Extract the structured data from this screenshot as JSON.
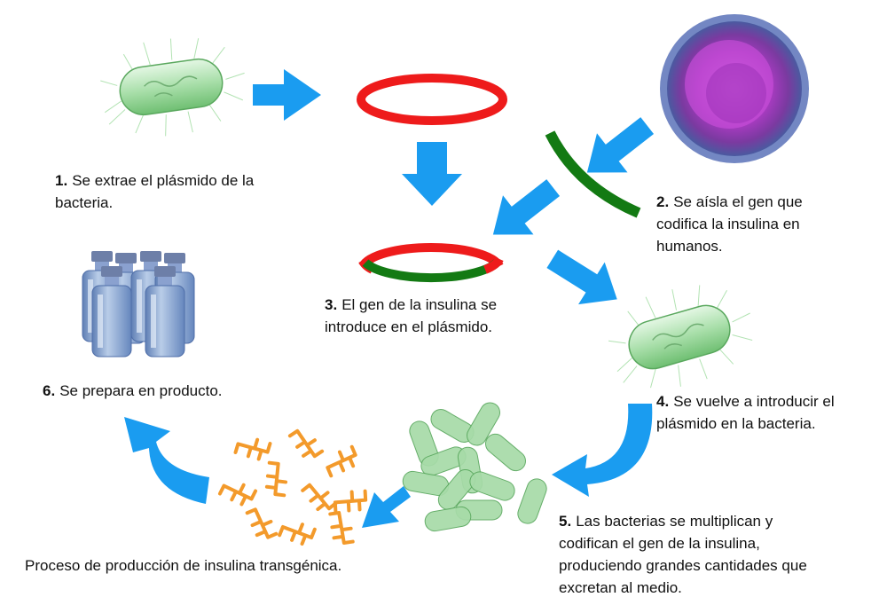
{
  "steps": [
    {
      "num": "1.",
      "line1": "Se extrae el plásmido de la",
      "line2": "bacteria."
    },
    {
      "num": "2.",
      "line1": "Se aísla el gen que",
      "line2": "codifica la insulina en",
      "line3": "humanos."
    },
    {
      "num": "3.",
      "line1": "El gen de la insulina se",
      "line2": "introduce en el plásmido."
    },
    {
      "num": "4.",
      "line1": "Se vuelve a introducir el",
      "line2": "plásmido en la bacteria."
    },
    {
      "num": "5.",
      "line1": "Las bacterias se multiplican y",
      "line2": "codifican el gen de la insulina,",
      "line3": "produciendo grandes cantidades que",
      "line4": "excretan al medio."
    },
    {
      "num": "6.",
      "line1": "Se prepara en producto."
    }
  ],
  "caption": "Proceso de producción de insulina transgénica.",
  "colors": {
    "arrow": "#1a9cf0",
    "plasmid": "#ee1b1b",
    "gene": "#137a13",
    "bacteria": "#9fdca0",
    "cell": "#b040c8",
    "insulin": "#f39a2b",
    "vial": "#7f9fcf"
  }
}
